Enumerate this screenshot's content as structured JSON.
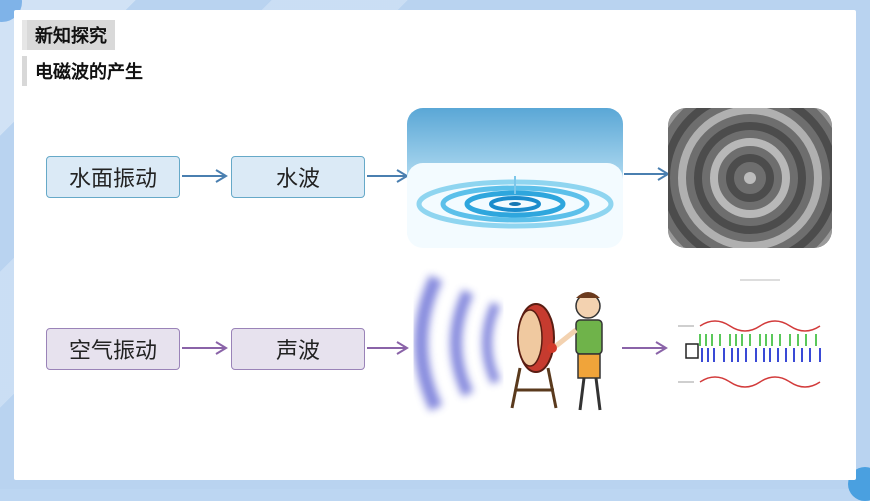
{
  "header": {
    "tag": "新知探究",
    "subtitle": "电磁波的产生"
  },
  "row_water": {
    "source_label": "水面振动",
    "wave_label": "水波"
  },
  "row_air": {
    "source_label": "空气振动",
    "wave_label": "声波"
  },
  "colors": {
    "water_arrow": "#4a7fb0",
    "air_arrow": "#8a63a8"
  }
}
